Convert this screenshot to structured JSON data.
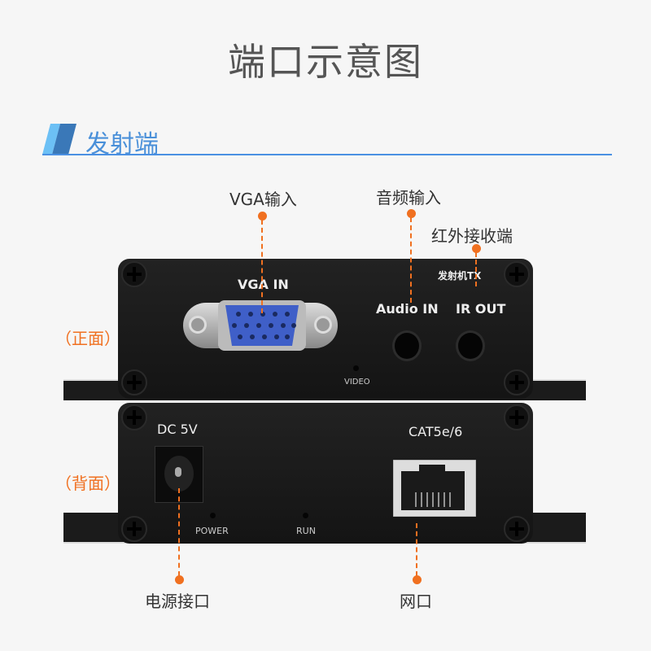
{
  "title": "端口示意图",
  "section": {
    "title": "发射端"
  },
  "callouts": {
    "vga": "VGA输入",
    "audio": "音频输入",
    "ir": "红外接收端",
    "power": "电源接口",
    "network": "网口"
  },
  "sides": {
    "front": "（正面）",
    "back": "（背面）"
  },
  "front_panel": {
    "vga_in": "VGA IN",
    "audio_in": "Audio IN",
    "ir_out": "IR OUT",
    "model": "发射机TX",
    "video": "VIDEO"
  },
  "back_panel": {
    "dc": "DC 5V",
    "cat": "CAT5e/6",
    "power": "POWER",
    "run": "RUN"
  },
  "colors": {
    "accent": "#f07020",
    "blue": "#4a90e2"
  }
}
